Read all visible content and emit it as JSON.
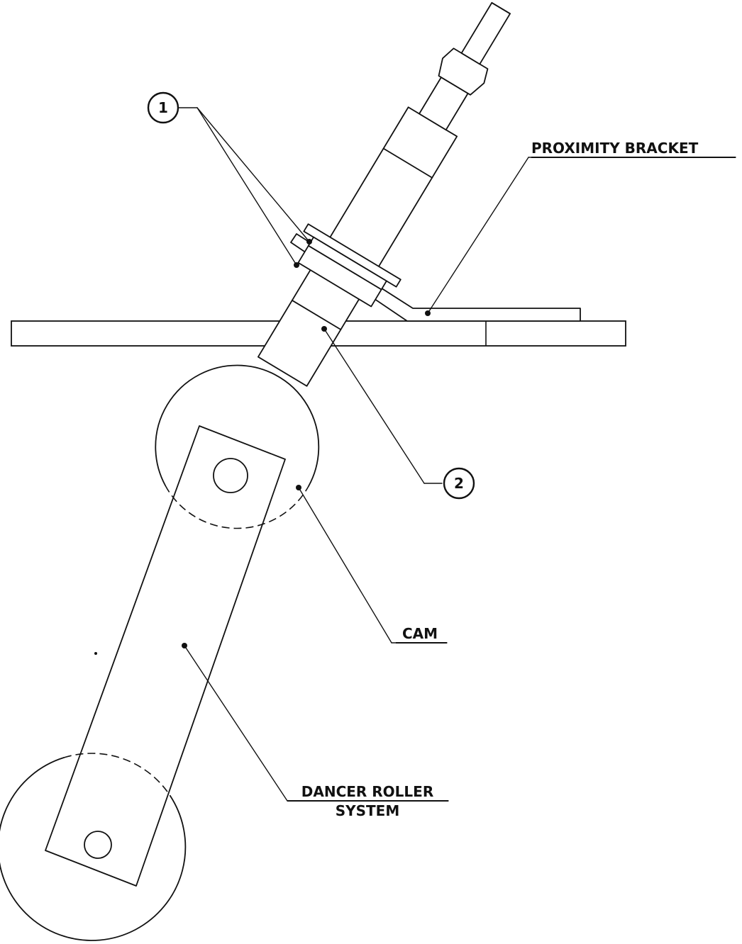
{
  "labels": {
    "proximity_bracket": "PROXIMITY BRACKET",
    "cam": "CAM",
    "dancer_roller_line1": "DANCER ROLLER",
    "dancer_roller_line2": "SYSTEM"
  },
  "callouts": {
    "one": "1",
    "two": "2"
  }
}
